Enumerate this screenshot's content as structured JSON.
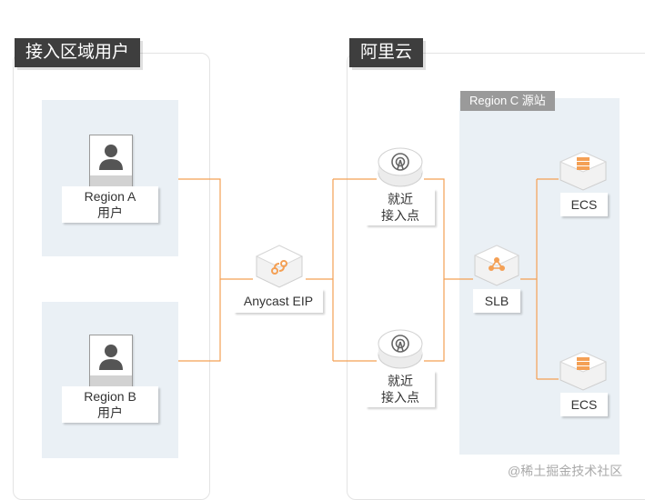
{
  "left_section": {
    "title": "接入区域用户"
  },
  "right_section": {
    "title": "阿里云"
  },
  "region_c": {
    "title": "Region C 源站"
  },
  "users": [
    {
      "line1": "Region A",
      "line2": "用户"
    },
    {
      "line1": "Region B",
      "line2": "用户"
    }
  ],
  "anycast": {
    "label": "Anycast EIP"
  },
  "access_points": [
    {
      "line1": "就近",
      "line2": "接入点"
    },
    {
      "line1": "就近",
      "line2": "接入点"
    }
  ],
  "slb": {
    "label": "SLB"
  },
  "ecs": [
    {
      "label": "ECS"
    },
    {
      "label": "ECS"
    }
  ],
  "watermark": "@稀土掘金技术社区",
  "colors": {
    "accent": "#f4a055",
    "dark_tag": "#3e3e3e",
    "region_bg": "#eaf0f5"
  }
}
